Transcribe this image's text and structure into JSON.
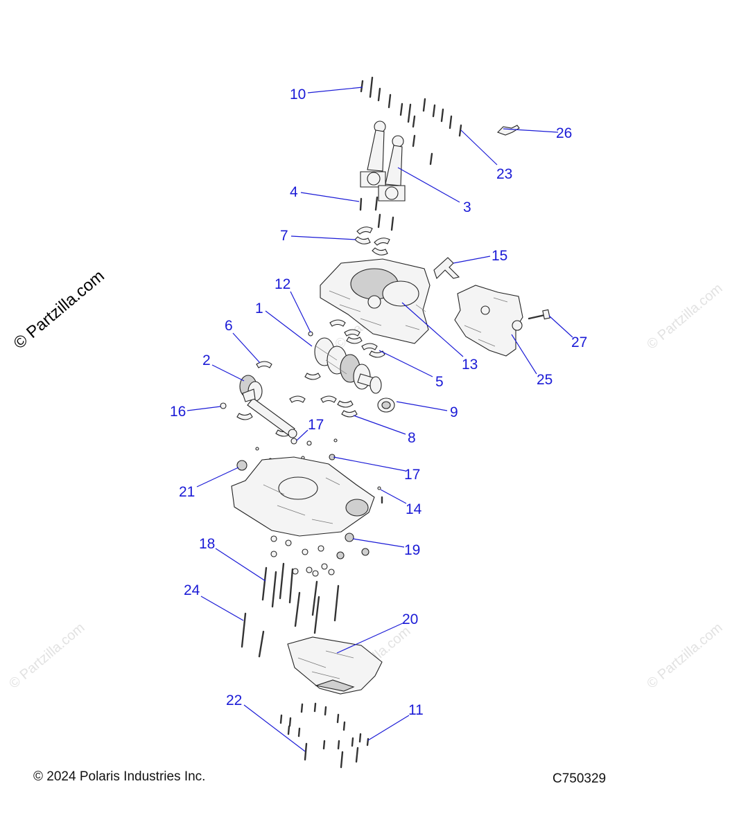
{
  "watermark": {
    "main": "© Partzilla.com",
    "faint": "© Partzilla.com"
  },
  "footer": {
    "copyright": "© 2024 Polaris Industries Inc.",
    "figure_id": "C750329"
  },
  "callouts": [
    "1",
    "2",
    "3",
    "4",
    "5",
    "6",
    "7",
    "8",
    "9",
    "10",
    "11",
    "12",
    "13",
    "14",
    "15",
    "16",
    "17",
    "17",
    "18",
    "19",
    "20",
    "21",
    "22",
    "23",
    "24",
    "25",
    "26",
    "27"
  ],
  "colors": {
    "callout": "#1a1ad6",
    "line_art": "#222222"
  }
}
